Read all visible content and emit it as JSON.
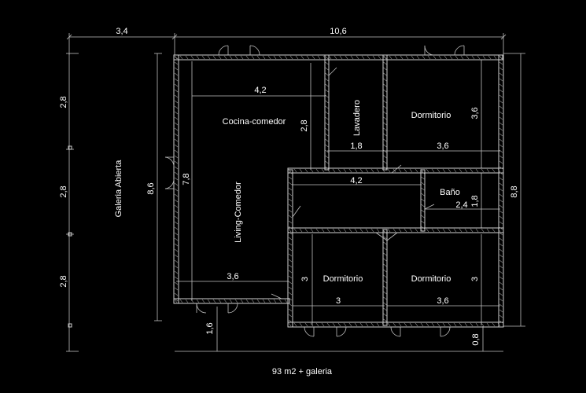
{
  "rooms": {
    "galeria": "Galeria Abierta",
    "cocina": "Cocina-comedor",
    "living": "Living-Comedor",
    "lavadero": "Lavadero",
    "dormitorio_top": "Dormitorio",
    "bano": "Baño",
    "dormitorio_bl": "Dormitorio",
    "dormitorio_br": "Dormitorio"
  },
  "dims": {
    "top_left": "3,4",
    "top_right": "10,6",
    "left_1": "2,8",
    "left_2": "2,8",
    "left_3": "2,8",
    "galeria_h": "8,6",
    "living_h": "7,8",
    "cocina_w": "4,2",
    "cocina_h": "2,8",
    "lav_w": "1,8",
    "dorm_top_w": "3,6",
    "dorm_top_h": "3,6",
    "pasillo_w": "4,2",
    "bano_w": "2,4",
    "bano_h": "1,8",
    "living_w": "3,6",
    "dorm_bl_h": "3",
    "dorm_bl_w": "3",
    "dorm_br_w": "3,6",
    "dorm_br_h": "3",
    "total_h": "8,8",
    "entry_h": "1,6",
    "bottom_h": "0,8"
  },
  "caption": "93 m2 + galeria"
}
